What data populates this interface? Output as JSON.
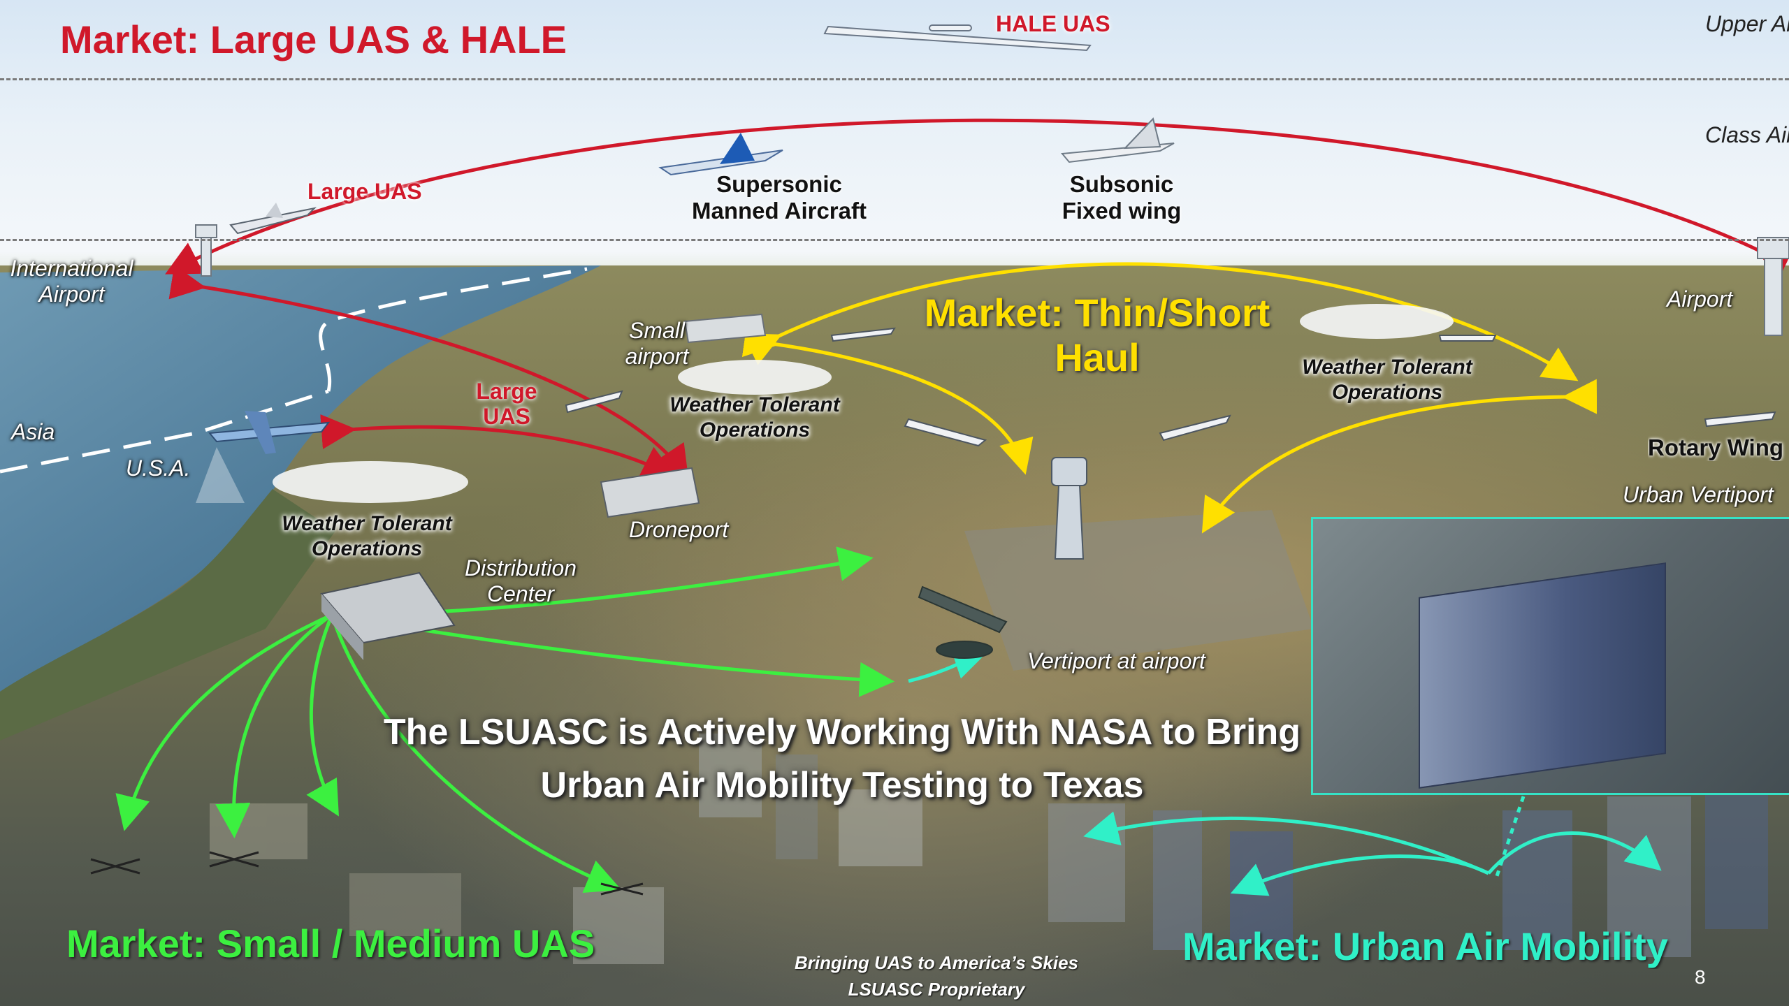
{
  "title": "Market: Large UAS & HALE",
  "airspace": {
    "upper": "Upper Airspac",
    "class": "Class Airspac"
  },
  "labels": {
    "hale_uas": "HALE UAS",
    "large_uas_top": "Large UAS",
    "large_uas_mid": "Large UAS",
    "supersonic": "Supersonic Manned  Aircraft",
    "subsonic": "Subsonic Fixed wing",
    "international_airport": "International Airport",
    "asia": "Asia",
    "usa": "U.S.A.",
    "small_airport": "Small airport",
    "weather_tolerant_1": "Weather Tolerant Operations",
    "weather_tolerant_2": "Weather Tolerant Operations",
    "weather_tolerant_3": "Weather Tolerant Operations",
    "droneport": "Droneport",
    "distribution_center": "Distribution Center",
    "airport_right": "Airport",
    "rotary_wing": "Rotary Wing",
    "urban_vertiport": "Urban Vertiport",
    "vertiport_at_airport": "Vertiport at airport"
  },
  "markets": {
    "thin_short_haul": "Market: Thin/Short Haul",
    "small_medium": "Market: Small / Medium UAS",
    "urban_air_mobility": "Market: Urban Air Mobility"
  },
  "headline": "The LSUASC is Actively Working With NASA to Bring Urban Air Mobility Testing to Texas",
  "footer": {
    "tagline": "Bringing UAS to America’s Skies",
    "proprietary": "LSUASC Proprietary",
    "page_number": "8"
  },
  "colors": {
    "large_uas_red": "#d0182a",
    "thin_haul_yellow": "#ffe000",
    "small_uas_green": "#3cf040",
    "uam_cyan": "#30f0c8"
  }
}
